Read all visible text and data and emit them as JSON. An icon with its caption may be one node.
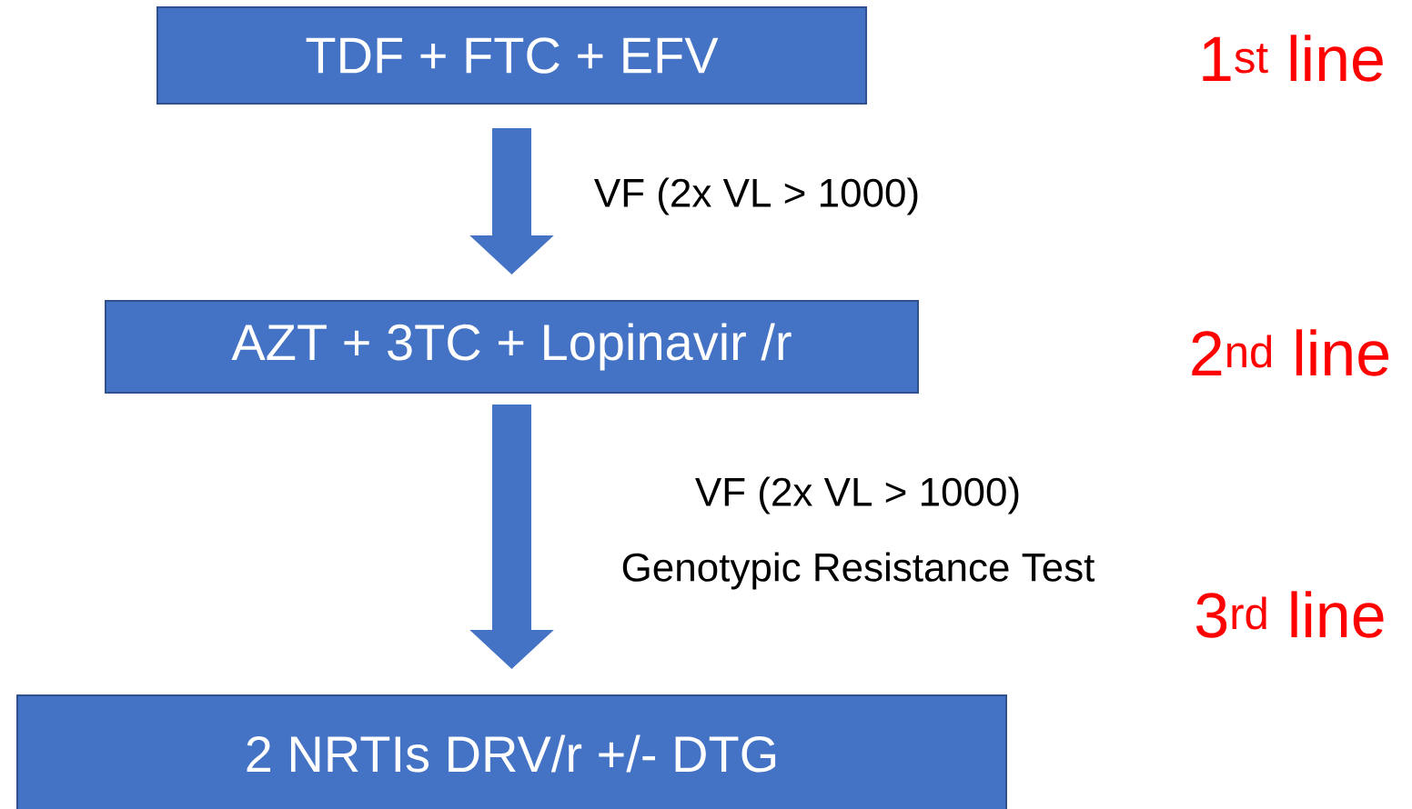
{
  "diagram": {
    "nodes": [
      {
        "text": [
          "TDF + FTC + EFV"
        ]
      },
      {
        "text": [
          "AZT + 3TC + Lopinavir /r"
        ]
      },
      {
        "text": [
          "2 NRTIs DRV/r +/- DTG"
        ]
      }
    ],
    "edges": [
      {
        "from": 0,
        "to": 1,
        "arrow": "to",
        "label": "VF (2x VL > 1000)"
      },
      {
        "from": 1,
        "to": 2,
        "arrow": "to",
        "label": "VF (2x VL > 1000)"
      }
    ],
    "labels": [
      "1$^{st}$ line",
      "2$^{nd}$ line",
      "Genotypic Resistance Test",
      "3$^{rd}$ line"
    ]
  }
}
